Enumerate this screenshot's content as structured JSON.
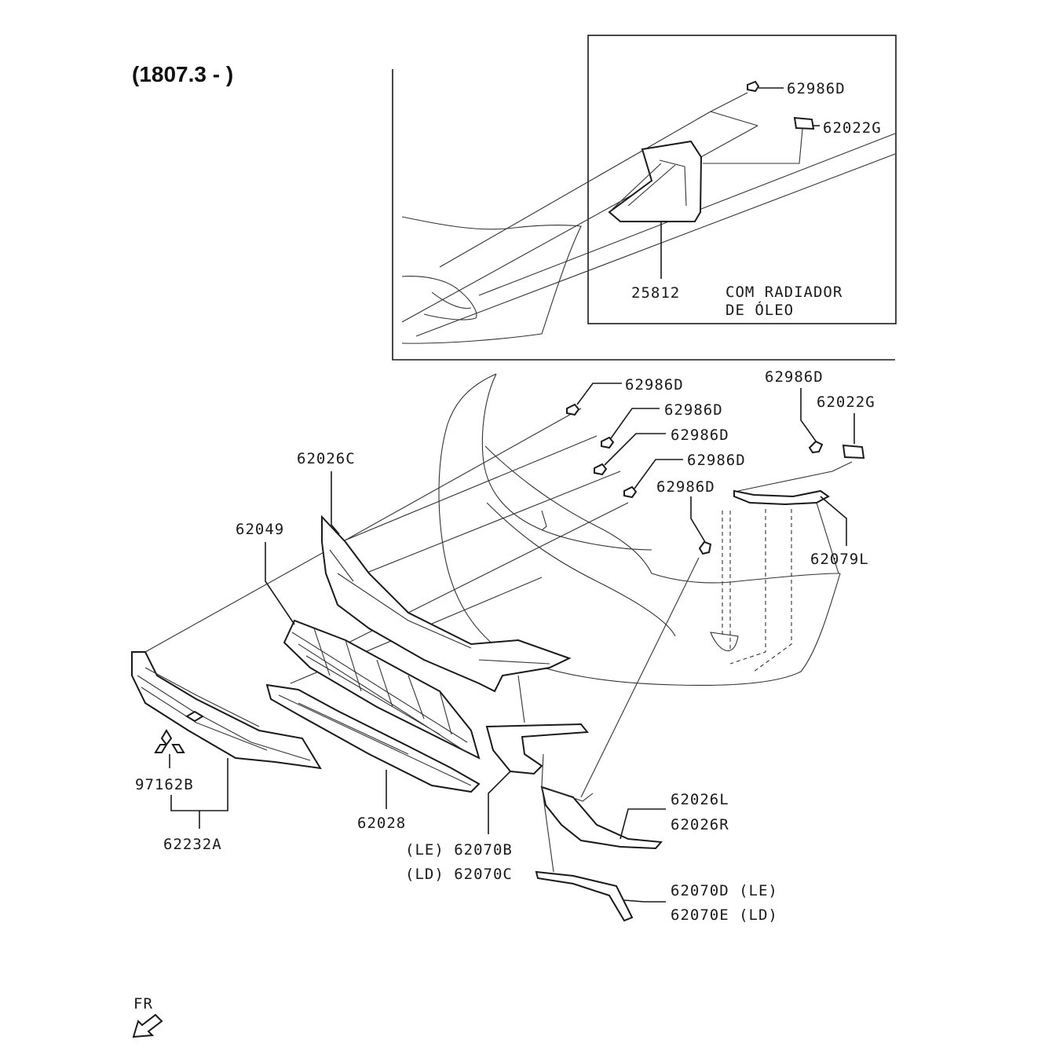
{
  "title": "(1807.3 - )",
  "inset": {
    "note_line1": "COM RADIADOR",
    "note_line2": "DE ÓLEO",
    "parts": [
      "62986D",
      "62022G",
      "25812"
    ]
  },
  "parts": {
    "p62986D": "62986D",
    "p62022G": "62022G",
    "p62026C": "62026C",
    "p62049": "62049",
    "p62079L": "62079L",
    "p97162B": "97162B",
    "p62232A": "62232A",
    "p62028": "62028",
    "p62070B": "(LE) 62070B",
    "p62070C": "(LD) 62070C",
    "p62026L": "62026L",
    "p62026R": "62026R",
    "p62070D": "62070D (LE)",
    "p62070E": "62070E (LD)"
  },
  "direction": {
    "label": "FR",
    "icon": "arrow-down-left-icon"
  }
}
